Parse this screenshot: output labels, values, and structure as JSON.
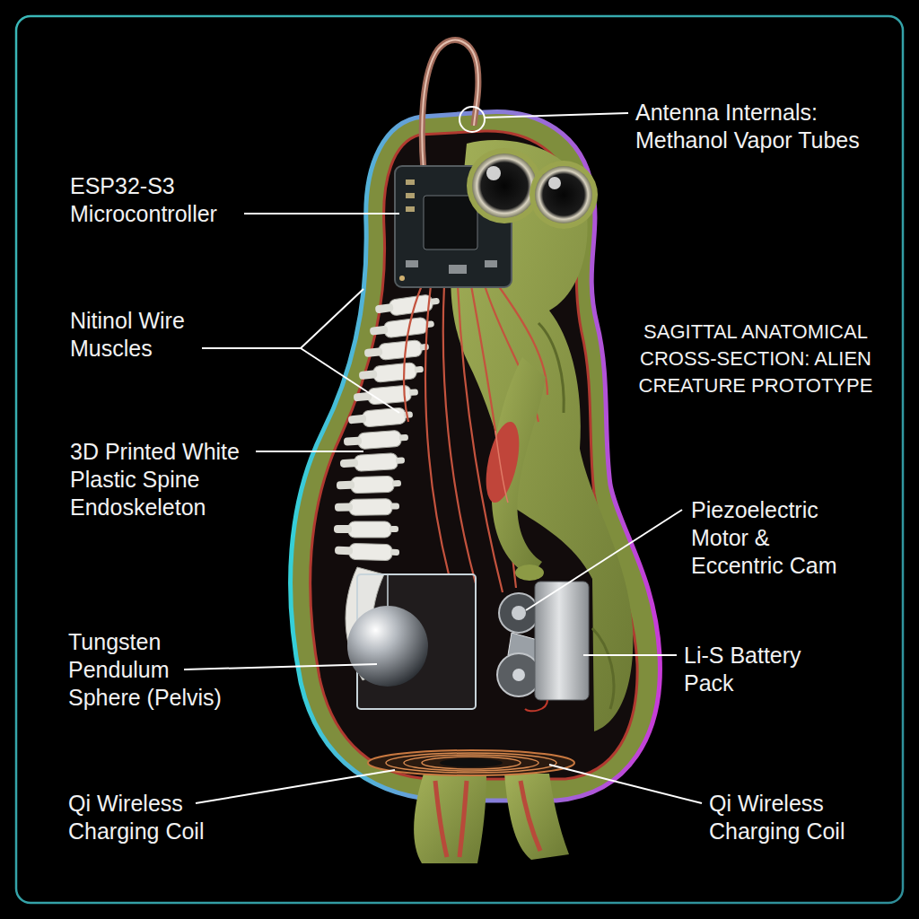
{
  "diagram": {
    "title": "SAGITTAL ANATOMICAL CROSS-SECTION: ALIEN CREATURE PROTOTYPE",
    "labels": [
      "Antenna Internals: Methanol Vapor Tubes",
      "ESP32-S3 Microcontroller",
      "Nitinol Wire Muscles",
      "3D Printed White Plastic Spine Endoskeleton",
      "Tungsten Pendulum Sphere (Pelvis)",
      "Qi Wireless Charging Coil",
      "Piezoelectric Motor & Eccentric Cam",
      "Li-S Battery Pack",
      "Qi Wireless Charging Coil"
    ]
  }
}
